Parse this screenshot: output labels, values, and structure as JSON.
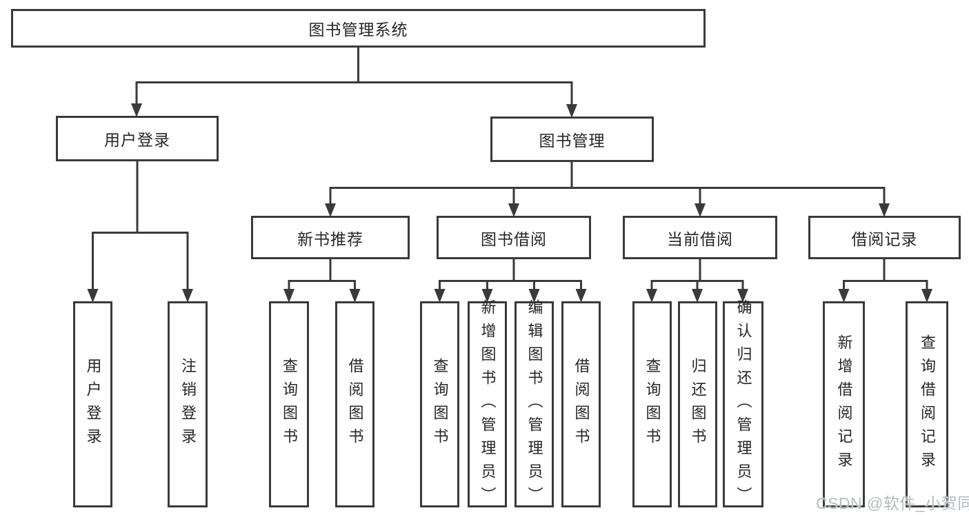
{
  "diagram": {
    "root": {
      "label": "图书管理系统"
    },
    "branches": [
      {
        "label": "用户登录",
        "children": [
          {
            "label": "用户登录"
          },
          {
            "label": "注销登录"
          }
        ]
      },
      {
        "label": "图书管理",
        "children": [
          {
            "label": "新书推荐",
            "children": [
              {
                "label": "查询图书"
              },
              {
                "label": "借阅图书"
              }
            ]
          },
          {
            "label": "图书借阅",
            "children": [
              {
                "label": "查询图书"
              },
              {
                "label": "新增图书（管理员）"
              },
              {
                "label": "编辑图书（管理员）"
              },
              {
                "label": "借阅图书"
              }
            ]
          },
          {
            "label": "当前借阅",
            "children": [
              {
                "label": "查询图书"
              },
              {
                "label": "归还图书"
              },
              {
                "label": "确认归还（管理员）"
              }
            ]
          },
          {
            "label": "借阅记录",
            "children": [
              {
                "label": "新增借阅记录"
              },
              {
                "label": "查询借阅记录"
              }
            ]
          }
        ]
      }
    ],
    "watermark": "CSDN @软件_小贺同学",
    "colors": {
      "line": "#3a3a3a",
      "text": "#262626",
      "box_background": "#ffffff",
      "watermark": "#b5bbc3"
    }
  }
}
